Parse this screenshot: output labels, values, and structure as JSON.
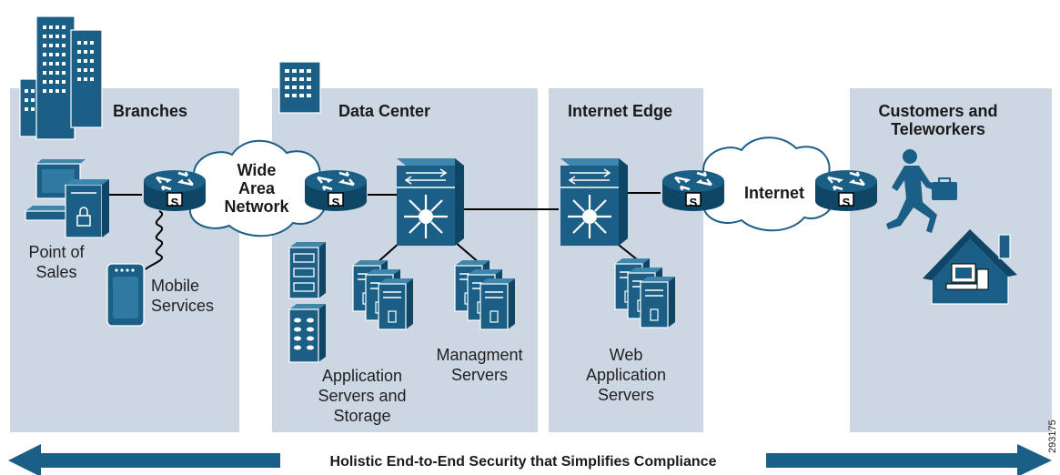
{
  "zones": {
    "branches": "Branches",
    "data_center": "Data Center",
    "internet_edge": "Internet Edge",
    "customers_line1": "Customers and",
    "customers_line2": "Teleworkers"
  },
  "labels": {
    "wan_line1": "Wide",
    "wan_line2": "Area",
    "wan_line3": "Network",
    "internet": "Internet",
    "pos_line1": "Point of",
    "pos_line2": "Sales",
    "mobile_line1": "Mobile",
    "mobile_line2": "Services",
    "app_line1": "Application",
    "app_line2": "Servers and",
    "app_line3": "Storage",
    "mgmt_line1": "Managment",
    "mgmt_line2": "Servers",
    "web_line1": "Web",
    "web_line2": "Application",
    "web_line3": "Servers"
  },
  "router_badge": "S",
  "banner": "Holistic End-to-End Security that Simplifies Compliance",
  "figure_id": "293175",
  "colors": {
    "zone_fill": "#cdd6e3",
    "device_blue": "#1b5f86",
    "arrow_blue": "#1b5f86"
  },
  "icons": [
    "building-icon",
    "router-icon",
    "cloud-icon",
    "multilayer-switch-icon",
    "server-icon",
    "storage-icon",
    "pc-icon",
    "mobile-device-icon",
    "running-man-icon",
    "house-icon"
  ]
}
